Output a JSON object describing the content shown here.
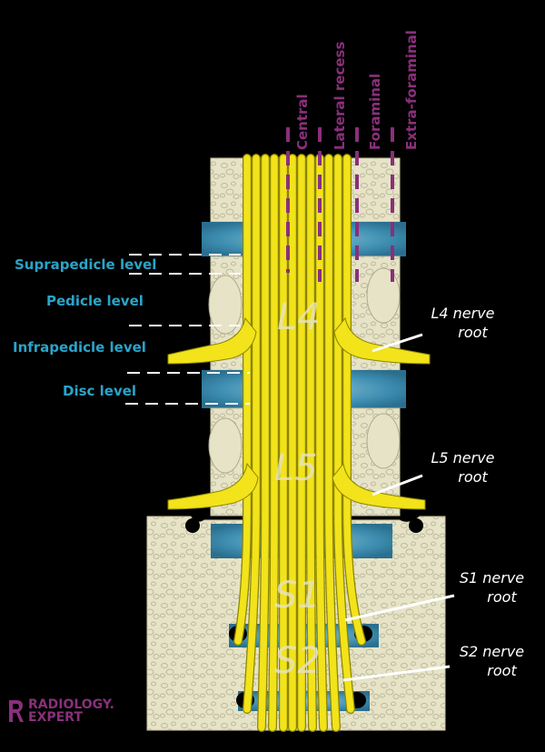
{
  "vertebra_labels": {
    "l4": "L4",
    "l5": "L5",
    "s1": "S1",
    "s2": "S2"
  },
  "levels": {
    "suprapedicle": "Suprapedicle level",
    "pedicle": "Pedicle level",
    "infrapedicle": "Infrapedicle level",
    "disc": "Disc level"
  },
  "zones": {
    "central": "Central",
    "lateral_recess": "Lateral recess",
    "foraminal": "Foraminal",
    "extra_foraminal": "Extra-foraminal"
  },
  "nerve_roots": {
    "l4": [
      "L4 nerve",
      "root"
    ],
    "l5": [
      "L5 nerve",
      "root"
    ],
    "s1": [
      "S1 nerve",
      "root"
    ],
    "s2": [
      "S2 nerve",
      "root"
    ]
  },
  "logo": {
    "line1": "RADIOLOGY.",
    "line2": "EXPERT"
  },
  "colors": {
    "background": "#000000",
    "bone": "#e6e3c7",
    "bone_edge": "#c8c3a2",
    "disc": "#3d8db0",
    "nerve": "#f2e31a",
    "nerve_edge": "#8c8400",
    "level_text": "#2aa4c9",
    "zone_text": "#8a2f7b",
    "label_text": "#ffffff"
  }
}
